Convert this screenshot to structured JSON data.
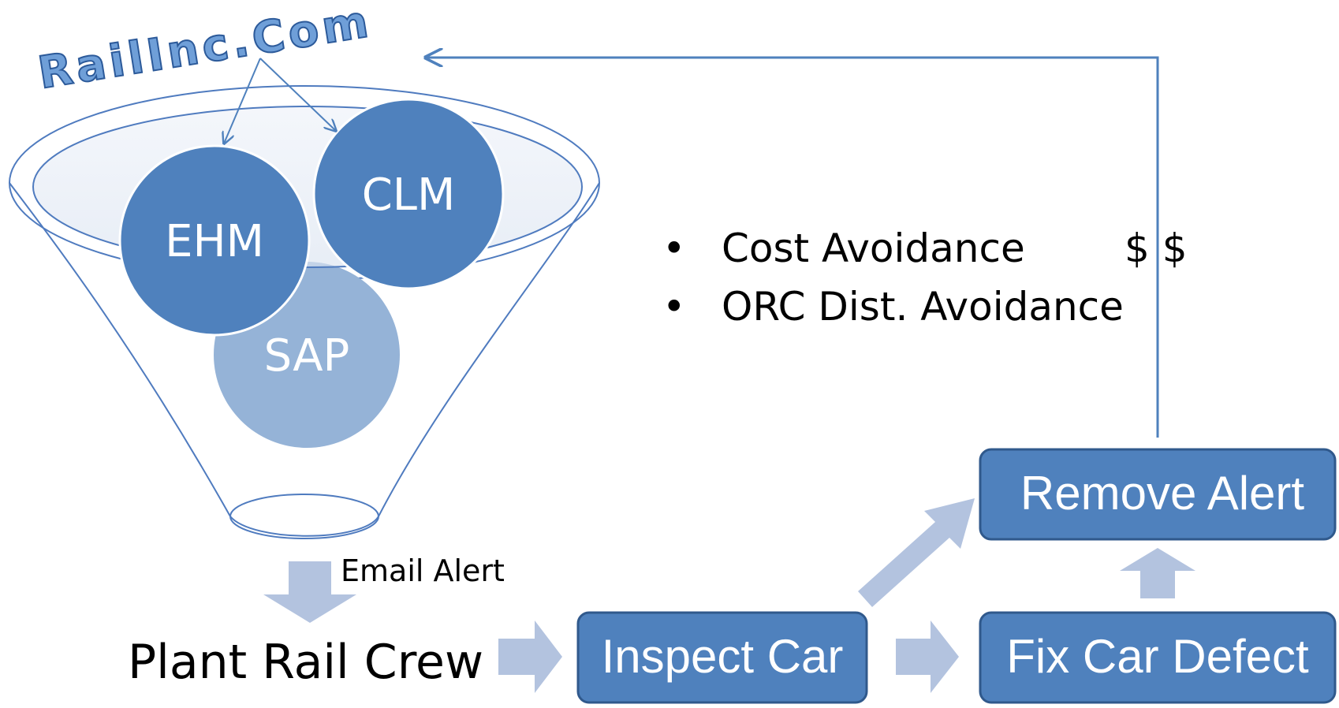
{
  "logo": {
    "text": "RailInc.Com"
  },
  "funnel": {
    "circles": [
      {
        "id": "ehm",
        "label": "EHM"
      },
      {
        "id": "clm",
        "label": "CLM"
      },
      {
        "id": "sap",
        "label": "SAP"
      }
    ]
  },
  "email_alert": {
    "label": "Email Alert"
  },
  "plant_rail_crew": {
    "label": "Plant Rail Crew"
  },
  "process_boxes": [
    {
      "id": "inspect",
      "label": "Inspect Car"
    },
    {
      "id": "fix",
      "label": "Fix Car Defect"
    },
    {
      "id": "remove",
      "label": "Remove Alert"
    }
  ],
  "benefits": {
    "bullet_symbol": "•",
    "items": [
      "Cost Avoidance",
      "ORC Dist. Avoidance"
    ],
    "dollar_marker": "$ $"
  },
  "colors": {
    "box_fill": "#4f81bd",
    "box_stroke": "#30598c",
    "arrow_fill": "#b3c3df",
    "funnel_stroke": "#4f7bbf",
    "funnel_fill": "#e3e9f4",
    "circle_dark": "#4f81bd",
    "circle_light": "#95b3d7",
    "line": "#4f81bd"
  }
}
